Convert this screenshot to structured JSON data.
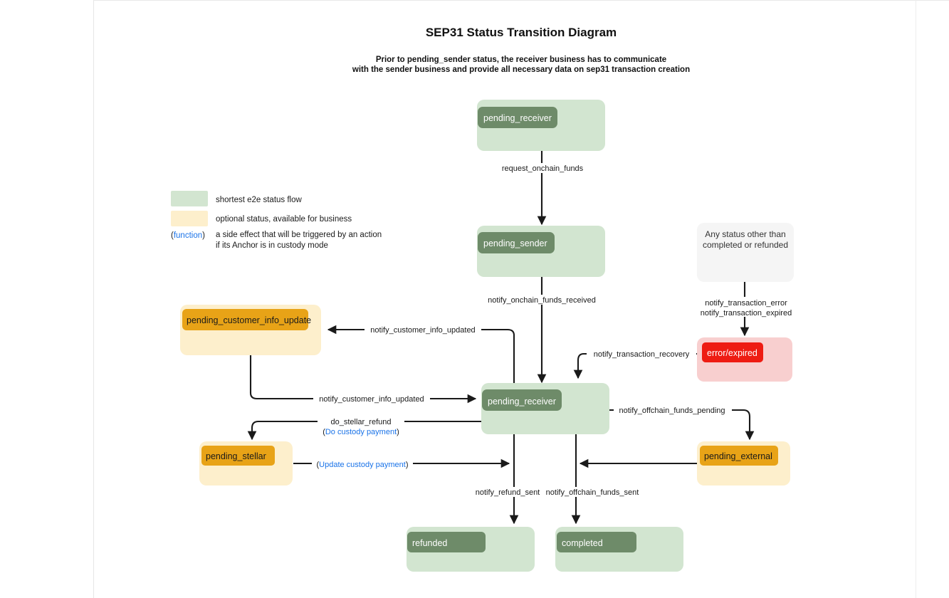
{
  "header": {
    "title": "SEP31 Status Transition Diagram",
    "subtitle_line1": "Prior to pending_sender status, the receiver business has to communicate",
    "subtitle_line2": "with the sender business and provide all necessary data on sep31 transaction creation"
  },
  "legend": {
    "items": [
      {
        "swatch": "#D2E5D0",
        "label": "shortest e2e status flow"
      },
      {
        "swatch": "#FDEFCC",
        "label": "optional status, available for business"
      }
    ],
    "function_note": {
      "open_paren": "(",
      "keyword": "function",
      "close_paren": ")",
      "line1": "a side effect that will be triggered by an action",
      "line2": "if its Anchor is in custody mode"
    }
  },
  "colors": {
    "green_container": "#D2E5D0",
    "green_badge": "#6E8B69",
    "cream_container": "#FDEFCC",
    "orange_badge": "#E8A317",
    "pink_container": "#F8CFCF",
    "red_badge": "#EE1C13",
    "gray_container": "#F5F5F5",
    "edge": "#1A1A1A",
    "function_blue": "#1A73E8"
  },
  "nodes": [
    {
      "id": "pending_receiver_top",
      "label": "pending_receiver",
      "style": "green"
    },
    {
      "id": "pending_sender",
      "label": "pending_sender",
      "style": "green"
    },
    {
      "id": "any_status",
      "label_line1": "Any status other than",
      "label_line2": "completed or refunded",
      "style": "gray-plain"
    },
    {
      "id": "error_expired",
      "label": "error/expired",
      "style": "red"
    },
    {
      "id": "pending_customer_info_update",
      "label": "pending_customer_info_update",
      "style": "orange"
    },
    {
      "id": "pending_receiver_center",
      "label": "pending_receiver",
      "style": "green"
    },
    {
      "id": "pending_stellar",
      "label": "pending_stellar",
      "style": "orange"
    },
    {
      "id": "pending_external",
      "label": "pending_external",
      "style": "orange"
    },
    {
      "id": "refunded",
      "label": "refunded",
      "style": "green"
    },
    {
      "id": "completed",
      "label": "completed",
      "style": "green"
    }
  ],
  "edges": [
    {
      "id": "e1",
      "label": "request_onchain_funds",
      "from": "pending_receiver_top",
      "to": "pending_sender"
    },
    {
      "id": "e2",
      "label": "notify_onchain_funds_received",
      "from": "pending_sender",
      "to": "pending_receiver_center"
    },
    {
      "id": "e3",
      "label_line1": "notify_transaction_error",
      "label_line2": "notify_transaction_expired",
      "from": "any_status",
      "to": "error_expired"
    },
    {
      "id": "e4",
      "label": "notify_transaction_recovery",
      "from": "error_expired",
      "to": "pending_receiver_center"
    },
    {
      "id": "e5",
      "label": "notify_customer_info_updated",
      "from": "pending_receiver_center",
      "to": "pending_customer_info_update"
    },
    {
      "id": "e6",
      "label": "notify_customer_info_updated",
      "from": "pending_customer_info_update",
      "to": "pending_receiver_center"
    },
    {
      "id": "e7",
      "label": "do_stellar_refund",
      "fn_open": "(",
      "fn_label": "Do custody payment",
      "fn_close": ")",
      "from": "pending_receiver_center",
      "to": "pending_stellar"
    },
    {
      "id": "e8",
      "fn_open": "(",
      "fn_label": "Update custody payment",
      "fn_close": ")",
      "from": "pending_stellar",
      "to": "refunded"
    },
    {
      "id": "e9",
      "label": "notify_offchain_funds_pending",
      "from": "pending_receiver_center",
      "to": "pending_external"
    },
    {
      "id": "e10",
      "label": "notify_refund_sent",
      "from": "pending_receiver_center",
      "to": "refunded"
    },
    {
      "id": "e11",
      "label": "notify_offchain_funds_sent",
      "from": "pending_external",
      "to": "completed"
    }
  ]
}
